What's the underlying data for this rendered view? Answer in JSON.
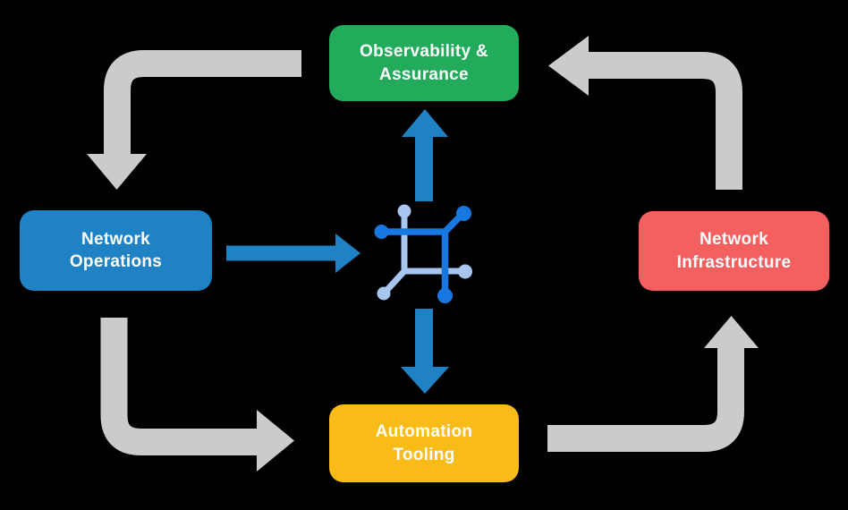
{
  "diagram": {
    "type": "cycle-flow-diagram",
    "nodes": {
      "top": {
        "id": "observability-assurance",
        "label": "Observability &\nAssurance"
      },
      "left": {
        "id": "network-operations",
        "label": "Network\nOperations"
      },
      "right": {
        "id": "network-infrastructure",
        "label": "Network\nInfrastructure"
      },
      "bottom": {
        "id": "automation-tooling",
        "label": "Automation\nTooling"
      }
    },
    "center_icon": {
      "name": "network-automation-icon"
    },
    "cycle_arrows": [
      {
        "from": "observability-assurance",
        "to": "network-operations"
      },
      {
        "from": "network-operations",
        "to": "automation-tooling"
      },
      {
        "from": "automation-tooling",
        "to": "network-infrastructure"
      },
      {
        "from": "network-infrastructure",
        "to": "observability-assurance"
      }
    ],
    "flow_arrows": [
      {
        "from": "network-operations",
        "to": "center-icon",
        "direction": "right"
      },
      {
        "from": "center-icon",
        "to": "observability-assurance",
        "direction": "up"
      },
      {
        "from": "center-icon",
        "to": "automation-tooling",
        "direction": "down"
      }
    ]
  },
  "colors": {
    "background": "#000000",
    "node_green": "#23AB5C",
    "node_blue": "#1E82C5",
    "node_red": "#F4605F",
    "node_yellow": "#F9BB17",
    "cycle_arrow_gray": "#CBCBCB",
    "flow_arrow_blue": "#1E82C5",
    "icon_dark_blue": "#1778E1",
    "icon_light_blue": "#A8C7F0",
    "label_text": "#FFFFFF"
  }
}
